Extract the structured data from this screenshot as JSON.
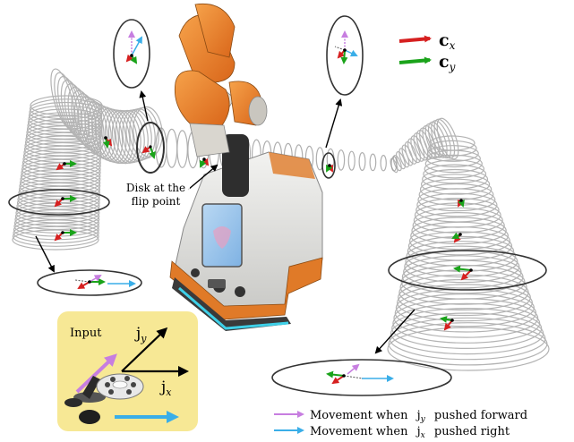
{
  "legend": {
    "cx_main": "c",
    "cx_sub": "x",
    "cy_main": "c",
    "cy_sub": "y",
    "cx_color": "#d62020",
    "cy_color": "#1aa31a"
  },
  "annotation": {
    "disk_line1": "Disk at the",
    "disk_line2": "flip point"
  },
  "input_panel": {
    "title": "Input",
    "jy_main": "j",
    "jy_sub": "y",
    "jx_main": "j",
    "jx_sub": "x",
    "background": "#f7e895",
    "joystick_icon": "joystick-icon"
  },
  "movement_legend": {
    "row1_prefix": "Movement when",
    "row1_j": "j",
    "row1_sub": "y",
    "row1_suffix": "pushed forward",
    "row1_color": "#c77ee0",
    "row2_prefix": "Movement when",
    "row2_j": "j",
    "row2_sub": "x",
    "row2_suffix": "pushed right",
    "row2_color": "#3aaee8"
  },
  "robot_icon": "robot-arm-icon"
}
